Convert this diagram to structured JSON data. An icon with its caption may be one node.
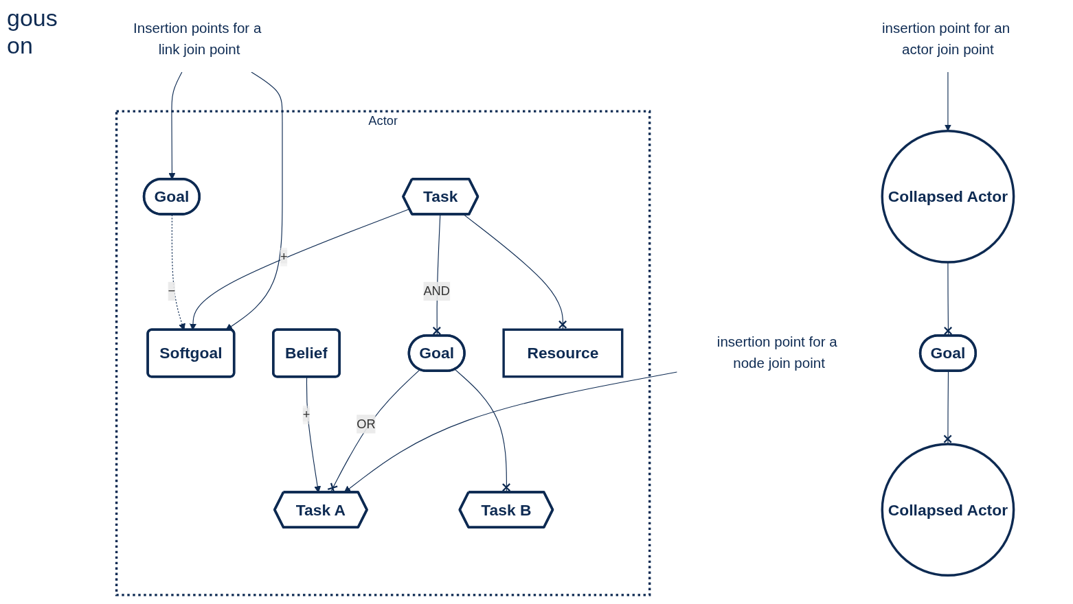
{
  "diagram": {
    "nodes": [
      {
        "text": [
          "Actor"
        ]
      },
      {
        "text": [
          "Softgoal"
        ],
        "in": 0
      },
      {
        "text": [
          "Goal"
        ],
        "in": 0
      },
      {
        "text": [
          "Task"
        ],
        "in": 0
      },
      {
        "text": [
          "Belief"
        ],
        "in": 0
      },
      {
        "text": [
          "Goal"
        ],
        "in": 0
      },
      {
        "text": [
          "Resource"
        ],
        "in": 0
      },
      {
        "text": [
          "Task A"
        ],
        "in": 0
      },
      {
        "text": [
          "Task B"
        ],
        "in": 0
      },
      {
        "text": [
          "Insertion points for a link join point"
        ]
      },
      {
        "text": [
          "insertion point for an actor join point"
        ]
      },
      {
        "text": [
          "Collapsed Actor"
        ]
      },
      {
        "text": [
          "Goal"
        ]
      },
      {
        "text": [
          "Collapsed Actor"
        ]
      },
      {
        "text": [
          "insertion point for a node join point"
        ]
      }
    ],
    "edges": [
      {
        "from": 2,
        "to": 1,
        "arrow": "to",
        "label": "−",
        "style": "dashed"
      },
      {
        "from": 3,
        "to": 1,
        "arrow": "to",
        "label": "+"
      },
      {
        "from": 3,
        "to": 5,
        "arrow": "other",
        "label": "AND"
      },
      {
        "from": 3,
        "to": 6,
        "arrow": "other"
      },
      {
        "from": 4,
        "to": 7,
        "arrow": "to",
        "label": "+"
      },
      {
        "from": 5,
        "to": 7,
        "arrow": "other",
        "label": "OR"
      },
      {
        "from": 5,
        "to": 8,
        "arrow": "other"
      },
      {
        "from": 9,
        "to": 2,
        "arrow": "to"
      },
      {
        "from": 9,
        "to": 1,
        "arrow": "to"
      },
      {
        "from": 10,
        "to": 11,
        "arrow": "to"
      },
      {
        "from": 14,
        "to": 7,
        "arrow": "to"
      },
      {
        "from": 11,
        "to": 12,
        "arrow": "other"
      },
      {
        "from": 12,
        "to": 13,
        "arrow": "other"
      }
    ],
    "labels": [
      "gous",
      "on"
    ]
  }
}
